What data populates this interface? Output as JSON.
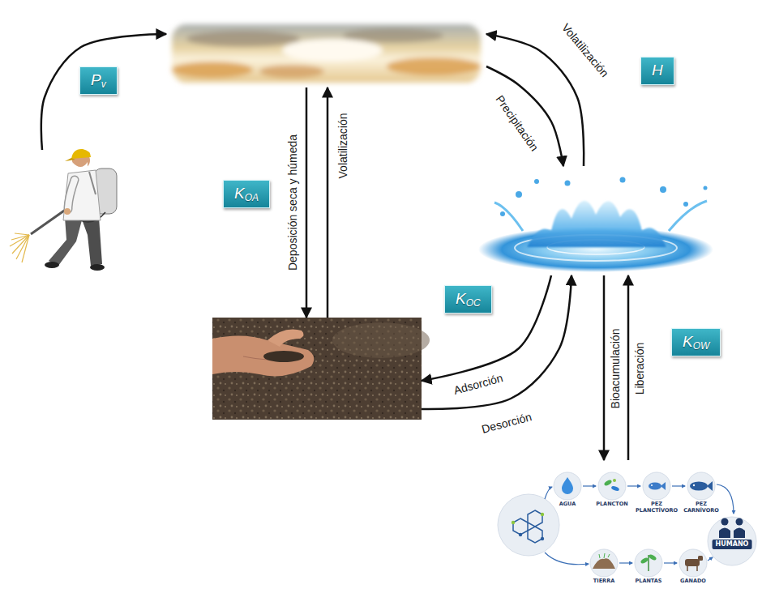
{
  "diagram": {
    "nodes": [
      {
        "text": [
          "Pv"
        ]
      },
      {
        "text": []
      },
      {
        "text": [
          "H"
        ]
      },
      {
        "text": []
      },
      {
        "text": [
          "KOA"
        ]
      },
      {
        "text": []
      },
      {
        "text": [
          "KOC"
        ]
      },
      {
        "text": []
      },
      {
        "text": [
          "KOW"
        ]
      },
      {
        "text": [
          "AGUA",
          "PLANCTON",
          "PEZ PLANCTÍVORO",
          "PEZ CARNÍVORO",
          "HUMANO",
          "TIERRA",
          "PLANTAS",
          "GANADO"
        ]
      }
    ],
    "edges": [
      {
        "from": 3,
        "to": 1,
        "arrow": "to"
      },
      {
        "from": 1,
        "to": 7,
        "label": "Deposición seca y húmeda",
        "arrow": "to"
      },
      {
        "from": 7,
        "to": 1,
        "label": "Volatilización",
        "arrow": "to"
      },
      {
        "from": 5,
        "to": 1,
        "label": "Volatilización",
        "arrow": "to"
      },
      {
        "from": 1,
        "to": 5,
        "label": "Precipitación",
        "arrow": "to"
      },
      {
        "from": 5,
        "to": 7,
        "label": "Adsorción",
        "arrow": "to"
      },
      {
        "from": 7,
        "to": 5,
        "label": "Desorción",
        "arrow": "to"
      },
      {
        "from": 5,
        "to": 9,
        "label": "Bioacumulación",
        "arrow": "to"
      },
      {
        "from": 9,
        "to": 5,
        "label": "Liberación",
        "arrow": "to"
      }
    ]
  }
}
